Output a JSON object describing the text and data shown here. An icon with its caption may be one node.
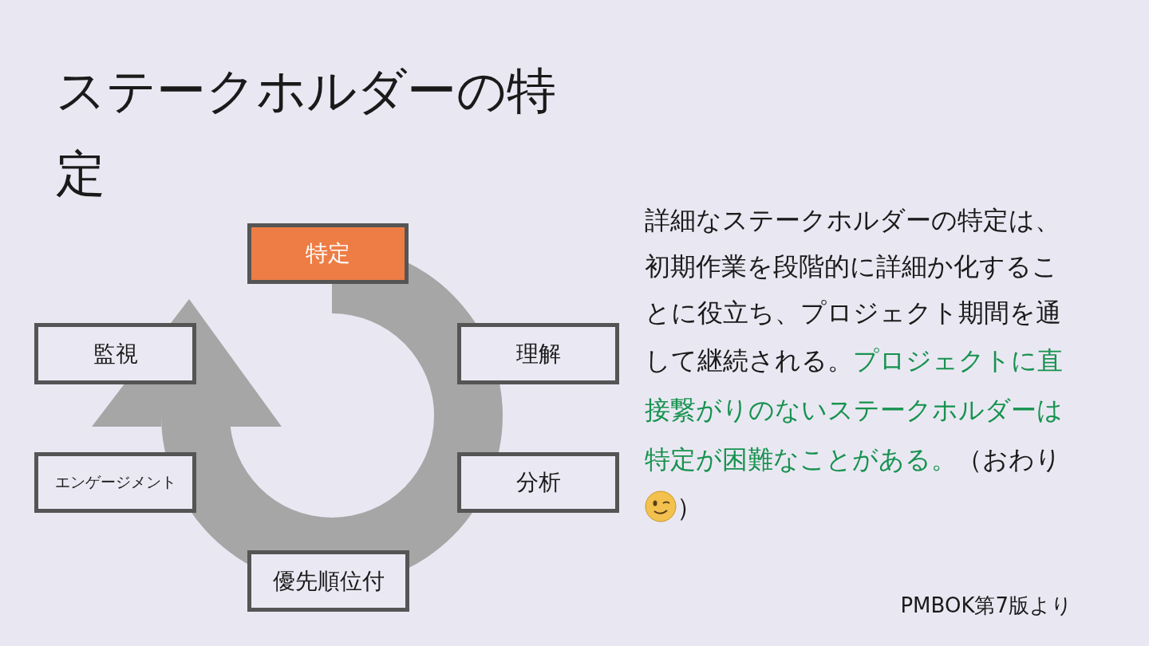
{
  "diagram": {
    "title": "ステークホルダーの特定",
    "nodes": [
      {
        "text": [
          "特定"
        ]
      },
      {
        "text": [
          "監視"
        ]
      },
      {
        "text": [
          "理解"
        ]
      },
      {
        "text": [
          "エンゲージメント"
        ]
      },
      {
        "text": [
          "分析"
        ]
      },
      {
        "text": [
          "優先順位付"
        ]
      }
    ],
    "labels": [
      "詳細なステークホルダーの特定は、初期作業を段階的に詳細か化することに役立ち、プロジェクト期間を通して継続される。",
      "プロジェクトに直接繋がりのないステークホルダーは特定が困難なことがある。",
      "（おわり",
      "）",
      "PMBOK第7版より"
    ]
  }
}
